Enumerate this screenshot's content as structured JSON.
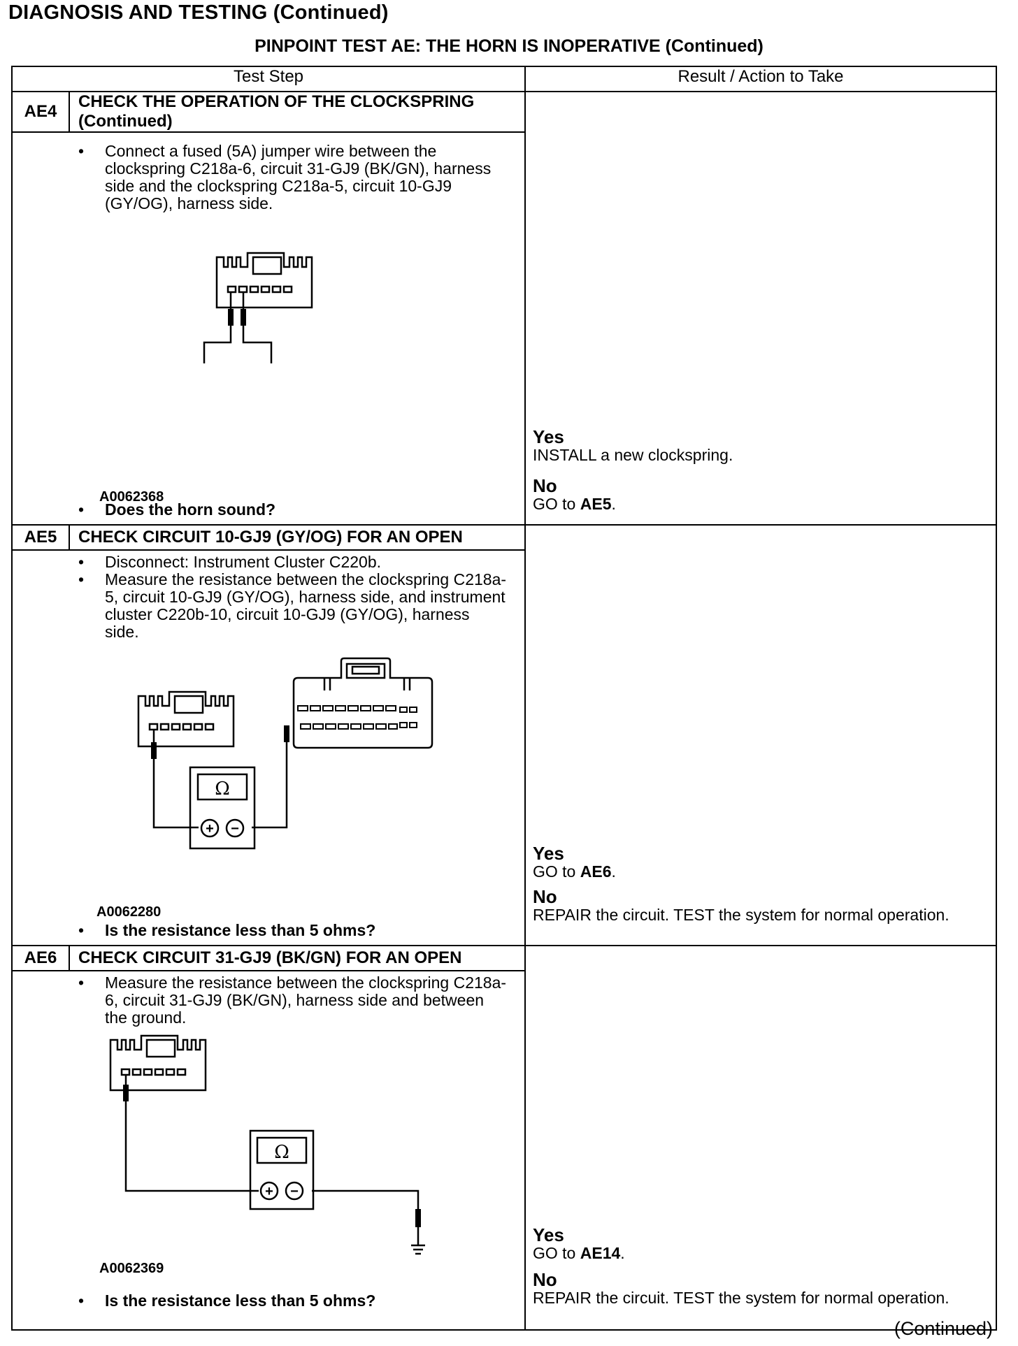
{
  "header": "DIAGNOSIS AND TESTING (Continued)",
  "subheader": "PINPOINT TEST AE: THE HORN IS INOPERATIVE (Continued)",
  "columns": {
    "test_step": "Test Step",
    "result": "Result / Action to Take"
  },
  "steps": [
    {
      "id": "AE4",
      "title": "CHECK THE OPERATION OF THE CLOCKSPRING (Continued)",
      "bullets": [
        "Connect a fused (5A) jumper wire between the clockspring C218a-6, circuit 31-GJ9 (BK/GN), harness side and the clockspring C218a-5, circuit 10-GJ9 (GY/OG), harness side."
      ],
      "figure_id": "A0062368",
      "question": "Does the horn sound?",
      "yes_label": "Yes",
      "yes_action": "INSTALL a new clockspring.",
      "no_label": "No",
      "no_prefix": "GO to",
      "no_ref": "AE5",
      "no_suffix": "."
    },
    {
      "id": "AE5",
      "title": "CHECK CIRCUIT 10-GJ9 (GY/OG) FOR AN OPEN",
      "bullets": [
        "Disconnect: Instrument Cluster C220b.",
        "Measure the resistance between the clockspring C218a-5, circuit 10-GJ9 (GY/OG), harness side, and instrument cluster C220b-10, circuit 10-GJ9 (GY/OG), harness side."
      ],
      "figure_id": "A0062280",
      "question": "Is the resistance less than 5 ohms?",
      "yes_label": "Yes",
      "yes_prefix": "GO to",
      "yes_ref": "AE6",
      "yes_suffix": ".",
      "no_label": "No",
      "no_action": "REPAIR the circuit. TEST the system for normal operation."
    },
    {
      "id": "AE6",
      "title": "CHECK CIRCUIT 31-GJ9 (BK/GN) FOR AN OPEN",
      "bullets": [
        "Measure the resistance between the clockspring C218a-6, circuit 31-GJ9 (BK/GN), harness side and between the ground."
      ],
      "figure_id": "A0062369",
      "question": "Is the resistance less than 5 ohms?",
      "yes_label": "Yes",
      "yes_prefix": "GO to",
      "yes_ref": "AE14",
      "yes_suffix": ".",
      "no_label": "No",
      "no_action": "REPAIR the circuit. TEST the system for normal operation."
    }
  ],
  "meter_symbol": "Ω",
  "meter_plus": "+",
  "meter_minus": "−",
  "footer": "(Continued)"
}
